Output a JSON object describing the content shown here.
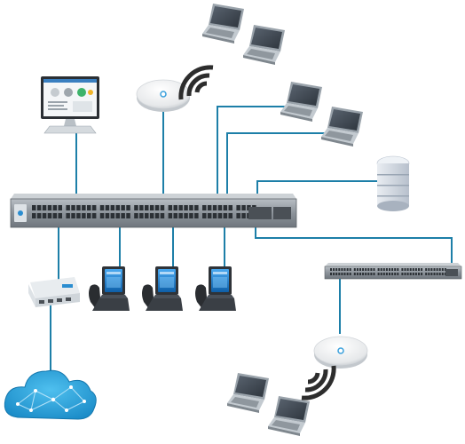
{
  "colors": {
    "cable": "#1d7fa8",
    "switch_body": "#8c939a",
    "switch_front": "#5f666d",
    "laptop_body": "#9aa3ab",
    "laptop_screen": "#3d4650",
    "phone_body": "#2f3338",
    "phone_screen": "#1f7fd0",
    "ap_body": "#f2f2f2",
    "cloud": "#2aa7e0",
    "signal": "#2d2d2d"
  },
  "devices": {
    "main_switch": {
      "kind": "48-port switch"
    },
    "secondary_switch": {
      "kind": "48-port switch"
    },
    "monitoring_pc": {
      "kind": "desktop monitor"
    },
    "access_point_top": {
      "kind": "wireless access point"
    },
    "access_point_bottom": {
      "kind": "wireless access point"
    },
    "server": {
      "kind": "server"
    },
    "gateway": {
      "kind": "gateway router"
    },
    "cloud": {
      "kind": "internet cloud"
    },
    "ip_phones": {
      "kind": "ip phone",
      "count": 3
    },
    "wireless_laptops_top": {
      "kind": "laptop",
      "count": 2
    },
    "wired_laptops": {
      "kind": "laptop",
      "count": 2
    },
    "wireless_laptops_bottom": {
      "kind": "laptop",
      "count": 2
    }
  }
}
